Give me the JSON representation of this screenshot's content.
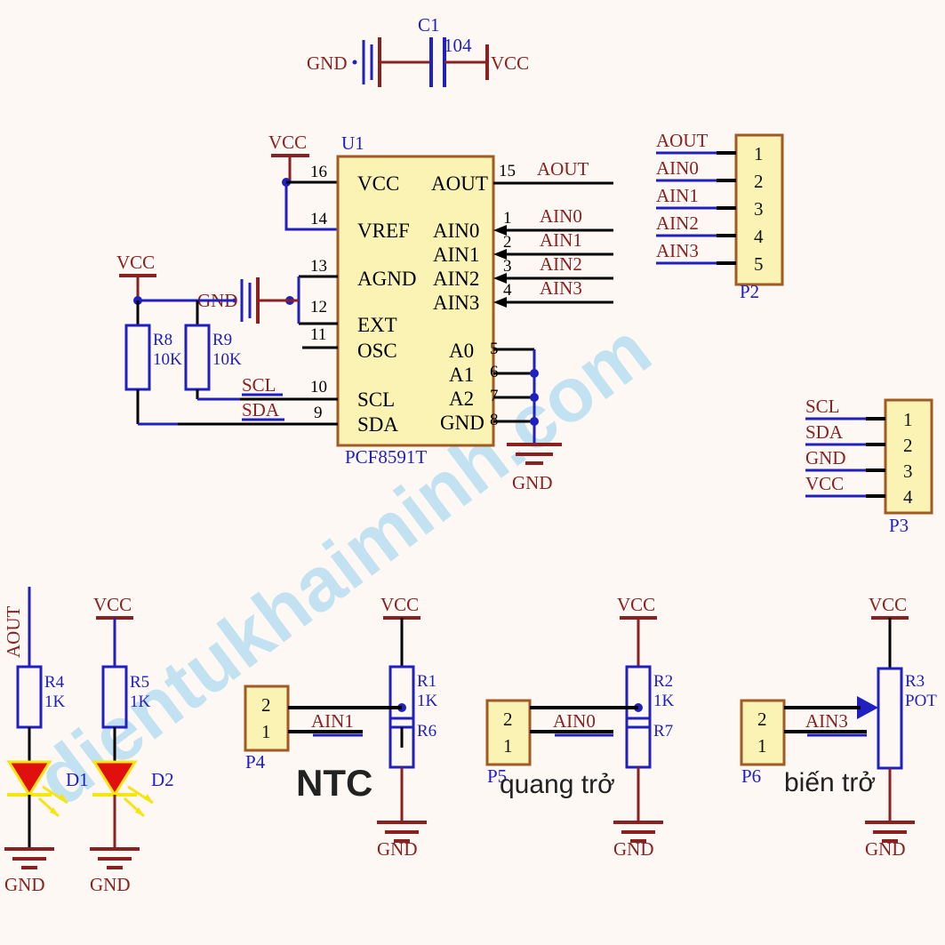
{
  "sheet": {
    "background_color": "#fdf8f3",
    "wire_color": "#2020c0",
    "power_color": "#8b2020",
    "body_fill": "#faf3b4",
    "body_stroke": "#a05a22",
    "watermark": "dientukhaiminh.com"
  },
  "decoupling": {
    "ref": "C1",
    "value": "104",
    "left_net": "GND",
    "right_net": "VCC"
  },
  "u1": {
    "ref": "U1",
    "part": "PCF8591T",
    "left_pins": [
      {
        "num": "16",
        "name": "VCC"
      },
      {
        "num": "14",
        "name": "VREF"
      },
      {
        "num": "13",
        "name": "AGND"
      },
      {
        "num": "12",
        "name": "EXT"
      },
      {
        "num": "11",
        "name": "OSC"
      },
      {
        "num": "10",
        "name": "SCL"
      },
      {
        "num": "9",
        "name": "SDA"
      }
    ],
    "right_pins": [
      {
        "num": "15",
        "name": "AOUT",
        "net": "AOUT"
      },
      {
        "num": "1",
        "name": "AIN0",
        "net": "AIN0"
      },
      {
        "num": "2",
        "name": "AIN1",
        "net": "AIN1"
      },
      {
        "num": "3",
        "name": "AIN2",
        "net": "AIN2"
      },
      {
        "num": "4",
        "name": "AIN3",
        "net": "AIN3"
      },
      {
        "num": "5",
        "name": "A0",
        "net": ""
      },
      {
        "num": "6",
        "name": "A1",
        "net": ""
      },
      {
        "num": "7",
        "name": "A2",
        "net": ""
      },
      {
        "num": "8",
        "name": "GND",
        "net": ""
      }
    ],
    "vcc_label": "VCC",
    "gnd_label": "GND",
    "agnd_gnd_label": "GND",
    "scl_label": "SCL",
    "sda_label": "SDA"
  },
  "pullups": {
    "vcc_label": "VCC",
    "r8": {
      "ref": "R8",
      "value": "10K"
    },
    "r9": {
      "ref": "R9",
      "value": "10K"
    }
  },
  "p2": {
    "ref": "P2",
    "pins": [
      {
        "num": "1",
        "net": "AOUT"
      },
      {
        "num": "2",
        "net": "AIN0"
      },
      {
        "num": "3",
        "net": "AIN1"
      },
      {
        "num": "4",
        "net": "AIN2"
      },
      {
        "num": "5",
        "net": "AIN3"
      }
    ]
  },
  "p3": {
    "ref": "P3",
    "pins": [
      {
        "num": "1",
        "net": "SCL"
      },
      {
        "num": "2",
        "net": "SDA"
      },
      {
        "num": "3",
        "net": "GND"
      },
      {
        "num": "4",
        "net": "VCC"
      }
    ]
  },
  "led1": {
    "top_net": "AOUT",
    "resistor": {
      "ref": "R4",
      "value": "1K"
    },
    "diode": "D1",
    "gnd_label": "GND"
  },
  "led2": {
    "top_net": "VCC",
    "resistor": {
      "ref": "R5",
      "value": "1K"
    },
    "diode": "D2",
    "gnd_label": "GND"
  },
  "ntc": {
    "note": "NTC",
    "connector": {
      "ref": "P4",
      "pins": [
        "2",
        "1"
      ]
    },
    "top_net": "VCC",
    "r_top": {
      "ref": "R1",
      "value": "1K"
    },
    "r_bottom": {
      "ref": "R6",
      "value": ""
    },
    "signal": "AIN1",
    "gnd_label": "GND"
  },
  "ldr": {
    "note": "quang trở",
    "connector": {
      "ref": "P5",
      "pins": [
        "2",
        "1"
      ]
    },
    "top_net": "VCC",
    "r_top": {
      "ref": "R2",
      "value": "1K"
    },
    "r_bottom": {
      "ref": "R7",
      "value": ""
    },
    "signal": "AIN0",
    "gnd_label": "GND"
  },
  "pot": {
    "note": "biến trở",
    "connector": {
      "ref": "P6",
      "pins": [
        "2",
        "1"
      ]
    },
    "top_net": "VCC",
    "resistor": {
      "ref": "R3",
      "value": "POT"
    },
    "signal": "AIN3",
    "gnd_label": "GND"
  }
}
